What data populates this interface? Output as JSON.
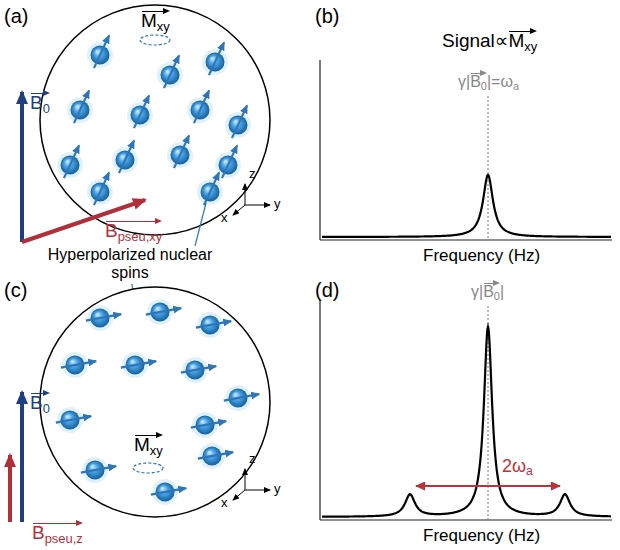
{
  "diagram": {
    "labels": [
      "(a)",
      "Mxy",
      "B0",
      "Bpseu,xy",
      "z",
      "x",
      "y",
      "Hyperpolarized nuclear spins",
      "(b)",
      "Signal∝Mxy",
      "γ|B0|=ωa",
      "Frequency (Hz)",
      "(c)",
      "Mxy",
      "B0",
      "Bpseu,z",
      "z",
      "x",
      "y",
      "(d)",
      "γ|B0|",
      "2ωa",
      "Frequency (Hz)"
    ]
  }
}
